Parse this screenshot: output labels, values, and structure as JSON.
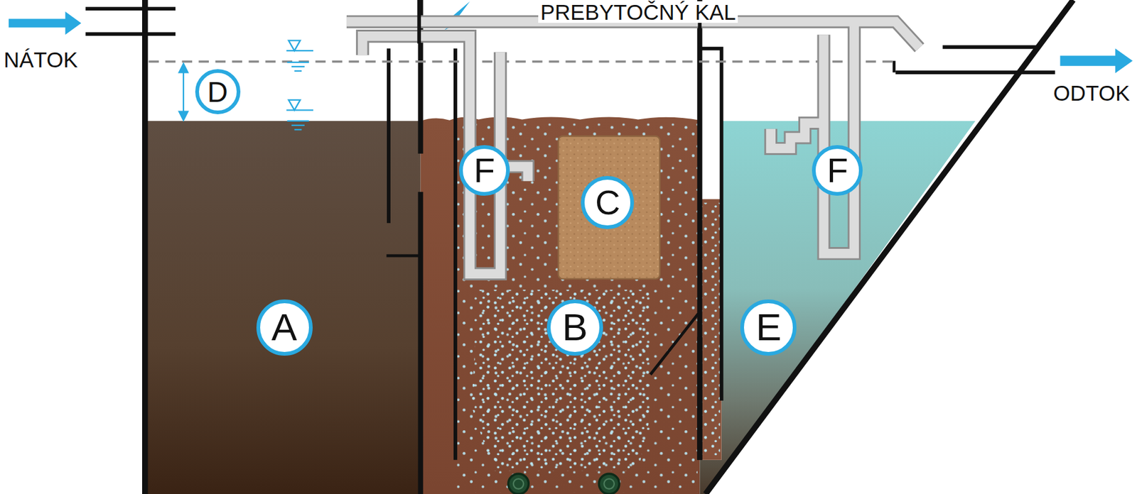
{
  "diagram": {
    "nodes": [
      {
        "text": [
          "D"
        ]
      },
      {
        "text": [
          "F"
        ]
      },
      {
        "text": [
          "F"
        ]
      },
      {
        "text": [
          "C"
        ]
      },
      {
        "text": [
          "A"
        ]
      },
      {
        "text": [
          "B"
        ]
      },
      {
        "text": [
          "E"
        ]
      }
    ],
    "labels": [
      "NÁTOK",
      "PREBYTOČNÝ KAL",
      "ODTOK"
    ]
  }
}
